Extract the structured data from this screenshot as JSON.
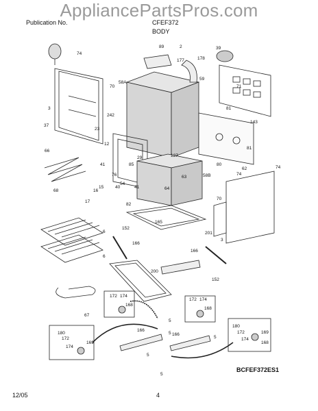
{
  "header": {
    "section_left": "Publication No.",
    "section_mid": "CFEF372",
    "subtitle": "BODY",
    "watermark": "AppliancePartsPros.com"
  },
  "footer": {
    "date": "12/05",
    "page": "4",
    "diagram_code": "BCFEF372ES1"
  },
  "callouts": [
    "74",
    "89",
    "2",
    "178",
    "39",
    "74",
    "70",
    "58A",
    "177",
    "59",
    "71",
    "3",
    "242",
    "37",
    "81",
    "143",
    "23",
    "12",
    "66",
    "29",
    "127",
    "41",
    "85",
    "80",
    "81",
    "62",
    "74",
    "76",
    "63",
    "58B",
    "68",
    "54",
    "16",
    "15",
    "41",
    "40",
    "17",
    "64",
    "82",
    "70",
    "152",
    "165",
    "6",
    "3",
    "201",
    "166",
    "166",
    "6",
    "200",
    "152",
    "172",
    "174",
    "168",
    "172",
    "174",
    "168",
    "67",
    "5",
    "180",
    "172",
    "174",
    "169",
    "166",
    "5",
    "180",
    "172",
    "174",
    "169",
    "168",
    "166",
    "5",
    "5",
    "5"
  ]
}
